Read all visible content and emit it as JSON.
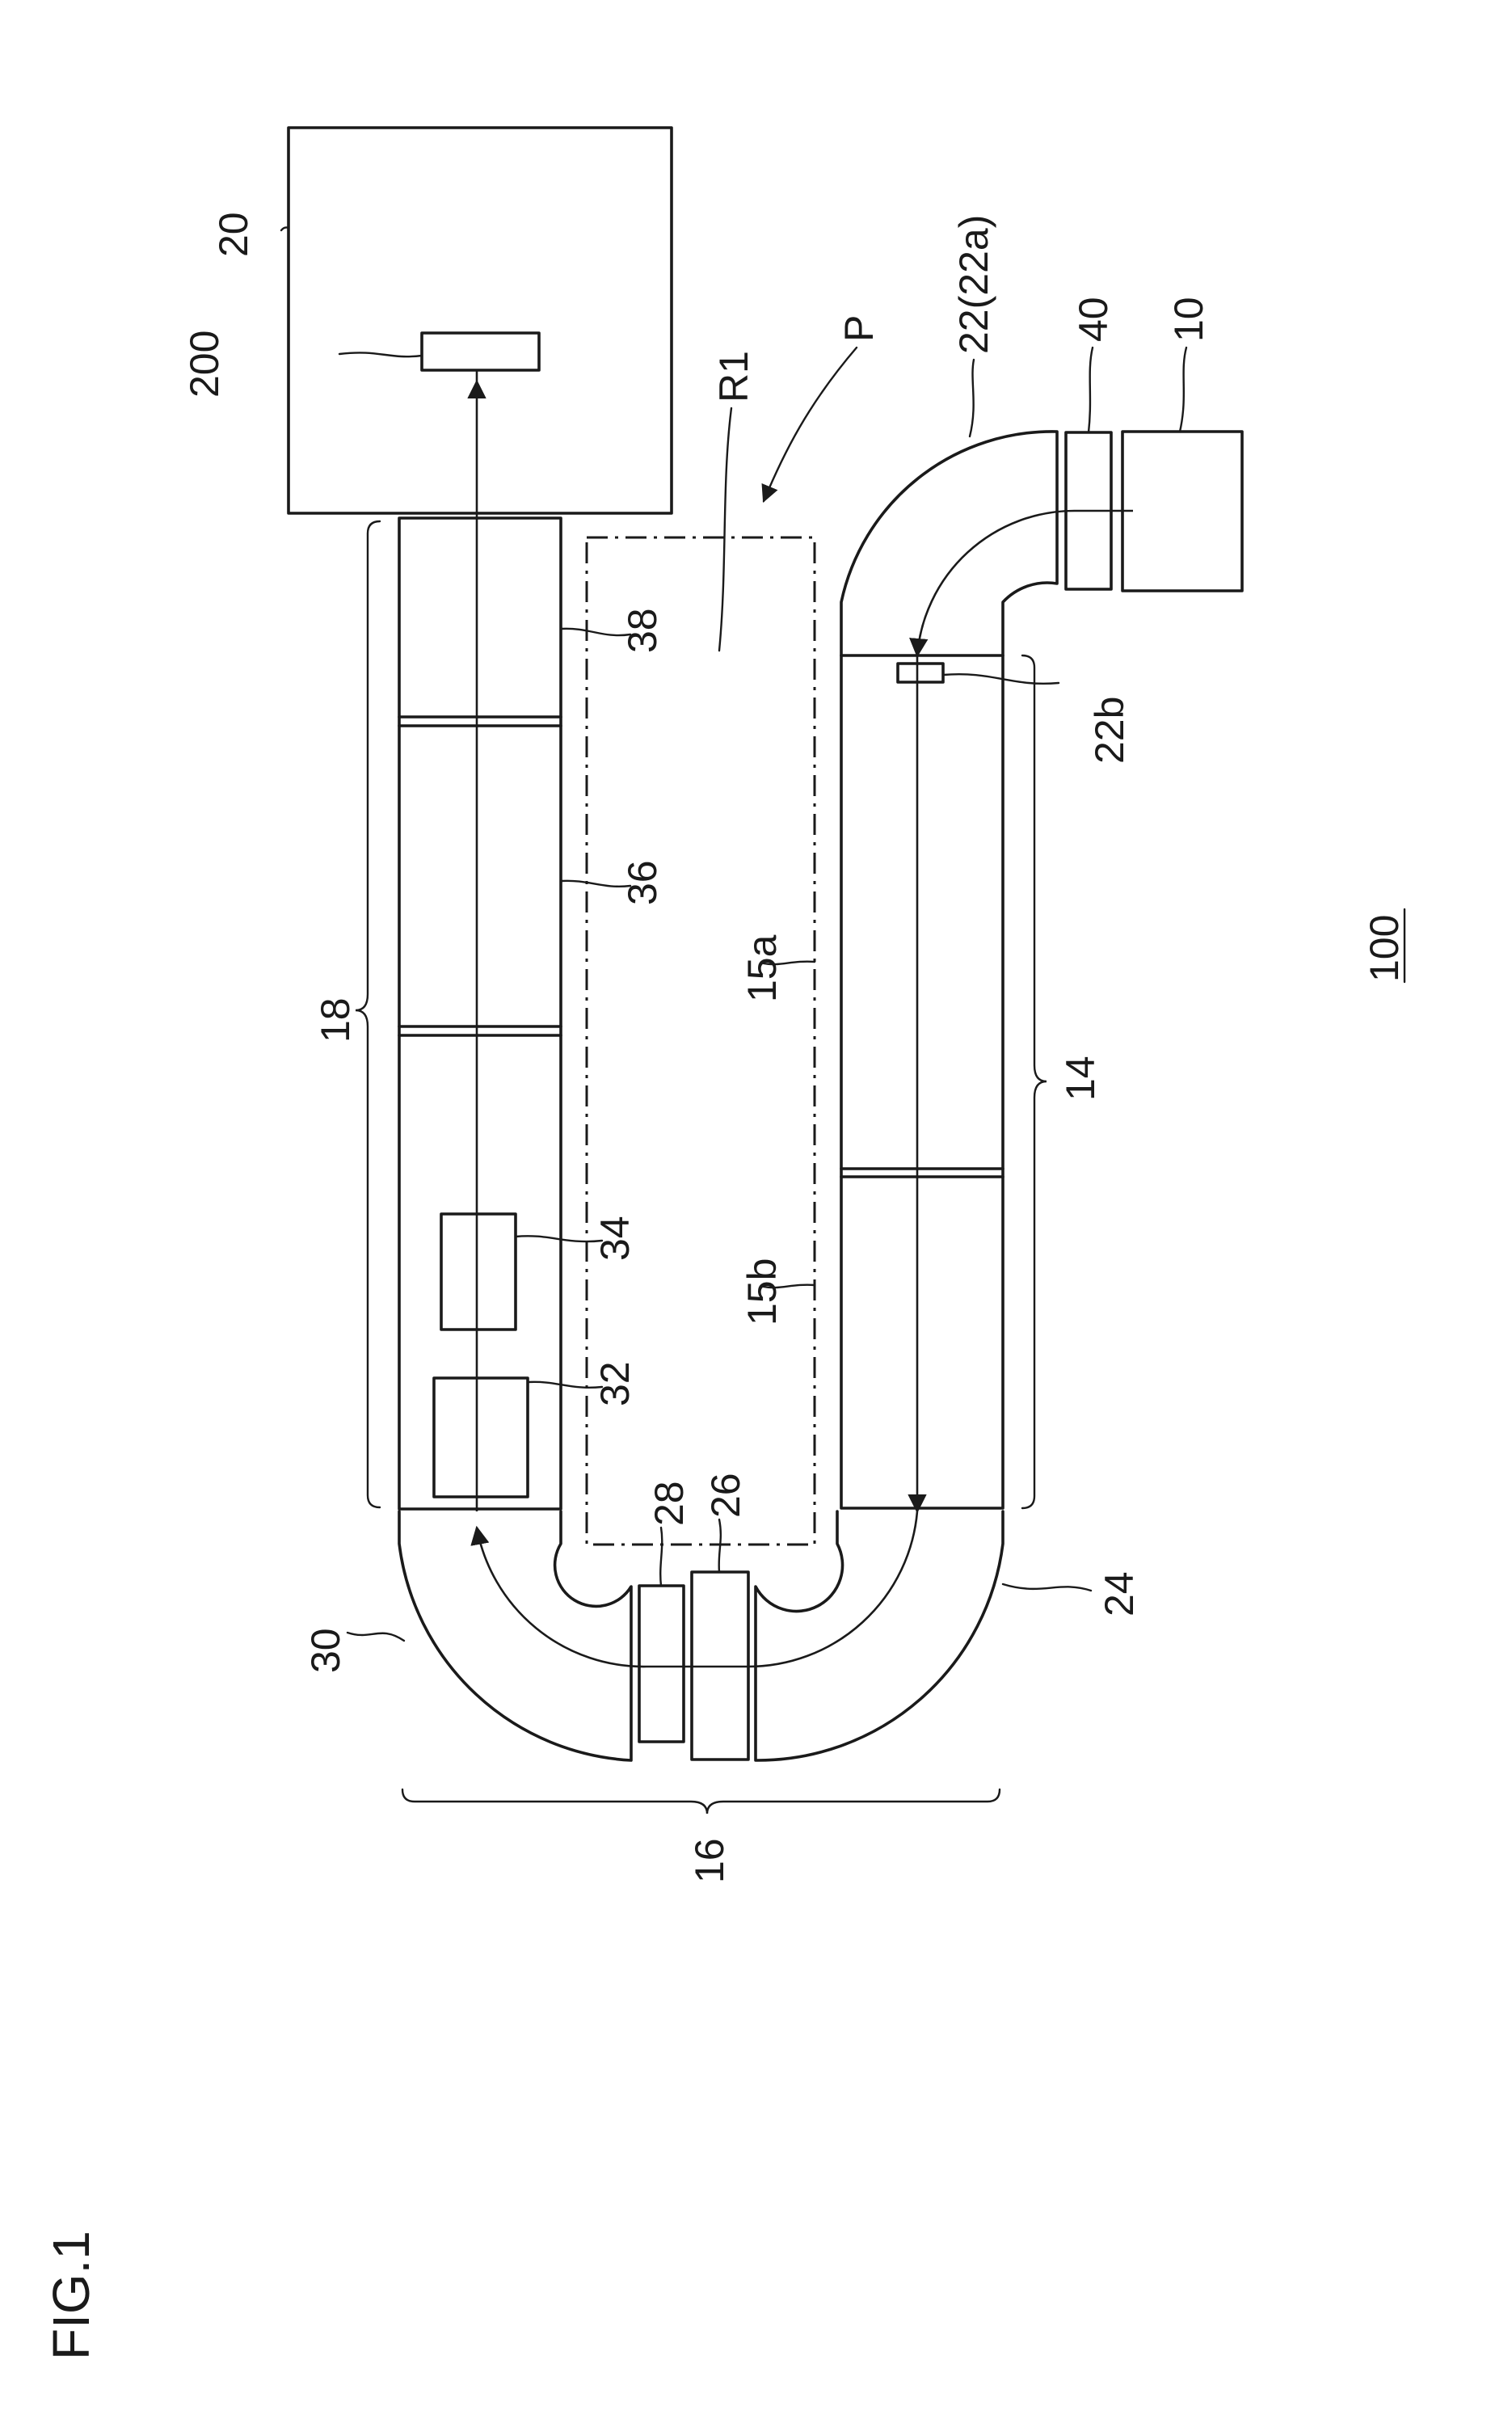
{
  "figure_title": "FIG.1",
  "labels": {
    "l10": "10",
    "l14": "14",
    "l15a": "15a",
    "l15b": "15b",
    "l16": "16",
    "l18": "18",
    "l20": "20",
    "l22": "22(22a)",
    "l22b": "22b",
    "l24": "24",
    "l26": "26",
    "l28": "28",
    "l30": "30",
    "l32": "32",
    "l34": "34",
    "l36": "36",
    "l38": "38",
    "l40": "40",
    "l100": "100",
    "l200": "200",
    "lP": "P",
    "lR1": "R1"
  }
}
